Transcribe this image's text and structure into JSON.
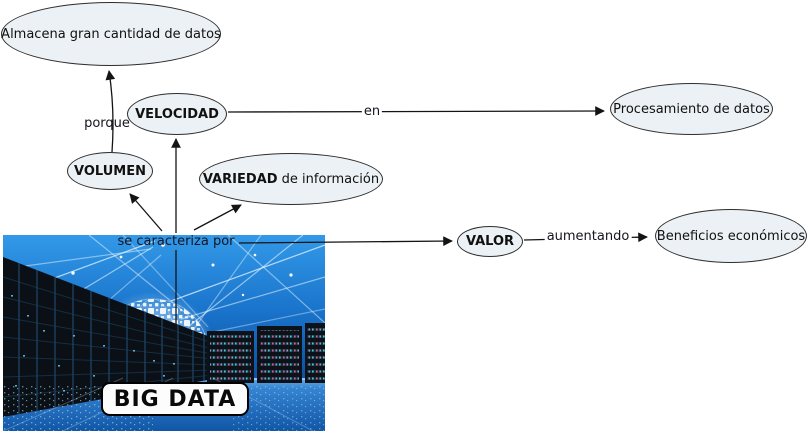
{
  "diagram": {
    "type": "concept-map",
    "root_label": "BIG DATA",
    "nodes": {
      "almacena": {
        "label": "Almacena gran cantidad de datos"
      },
      "velocidad": {
        "label": "VELOCIDAD"
      },
      "volumen": {
        "label": "VOLUMEN"
      },
      "variedad": {
        "bold": "VARIEDAD",
        "rest": " de información"
      },
      "procesamiento": {
        "label": "Procesamiento de datos"
      },
      "valor": {
        "label": "VALOR"
      },
      "beneficios": {
        "label": "Beneficios económicos"
      }
    },
    "linking_phrases": {
      "porque": "porque",
      "en": "en",
      "se_caracteriza_por": "se caracteriza por",
      "aumentando": "aumentando"
    },
    "edges": [
      {
        "from": "VOLUMEN",
        "label": "porque",
        "to": "Almacena gran cantidad de datos"
      },
      {
        "from": "BIG DATA",
        "label": "se caracteriza por",
        "to": "VOLUMEN"
      },
      {
        "from": "BIG DATA",
        "label": "se caracteriza por",
        "to": "VELOCIDAD"
      },
      {
        "from": "BIG DATA",
        "label": "se caracteriza por",
        "to": "VARIEDAD de información"
      },
      {
        "from": "BIG DATA",
        "label": "se caracteriza por",
        "to": "VALOR"
      },
      {
        "from": "VELOCIDAD",
        "label": "en",
        "to": "Procesamiento de datos"
      },
      {
        "from": "VALOR",
        "label": "aumentando",
        "to": "Beneficios económicos"
      }
    ],
    "colors": {
      "node_fill": "#ebf1f4",
      "node_border": "#2e2e2e",
      "edge": "#141414",
      "text": "#111111",
      "label_text": "#15151f",
      "root_label_bg": "#fcfcfc",
      "root_label_border": "#000000",
      "photo_sky_blue": "#1a75cc",
      "photo_floor_blue": "#2e7ecf"
    }
  }
}
